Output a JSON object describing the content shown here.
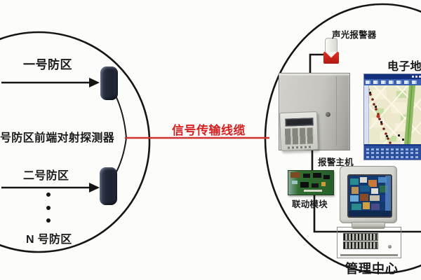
{
  "left_group": {
    "zone1_label": "一号防区",
    "zone2_label": "二号防区",
    "zoneN_label": "N 号防区",
    "detectors_label": "号防区前端对射探测器"
  },
  "cable_label": "信号传输线缆",
  "right_group": {
    "siren_label": "声光报警器",
    "map_label": "电子地图",
    "host_label": "报警主机",
    "module_label": "联动模块",
    "center_label": "管理中心"
  },
  "colors": {
    "cable_red": "#cf3030",
    "cable_text_red": "#d42020",
    "siren_red": "#c81e18",
    "detector_navy": "#222a3a",
    "pcb_green": "#2e6e30",
    "map_panel_blue": "#2a4f9e",
    "map_land": "#ece8cb",
    "outline_black": "#151515"
  }
}
